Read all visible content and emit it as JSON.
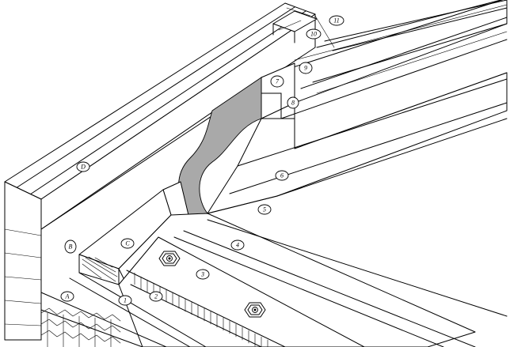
{
  "callouts": {
    "A": "A",
    "B": "B",
    "C": "C",
    "D": "D",
    "n1": "1",
    "n2": "2",
    "n3": "3",
    "n4": "4",
    "n5": "5",
    "n6": "6",
    "n7": "7",
    "n8": "8",
    "n9": "9",
    "n10": "10",
    "n11": "11"
  },
  "colors": {
    "line": "#000000",
    "background": "#ffffff",
    "membrane_strip": "#a9a9a9"
  }
}
